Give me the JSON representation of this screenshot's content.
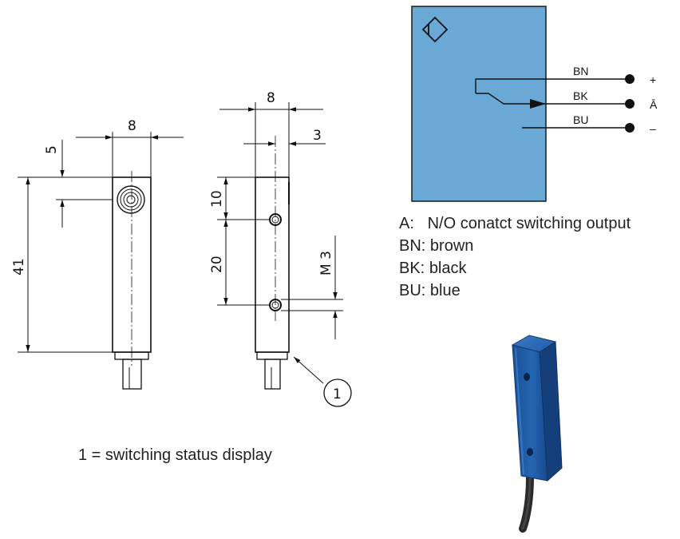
{
  "dimensions": {
    "front_width": "8",
    "front_hole_offset": "5",
    "front_length": "41",
    "side_width": "8",
    "side_offset": "3",
    "side_top_to_hole": "10",
    "side_hole_spacing": "20",
    "thread": "M 3"
  },
  "callout": "1",
  "note": "1 = switching status display",
  "wiring": {
    "wires": [
      {
        "label": "BN",
        "symbol": "+"
      },
      {
        "label": "BK",
        "symbol": "Ā"
      },
      {
        "label": "BU",
        "symbol": "–"
      }
    ]
  },
  "legend": [
    {
      "key": "A:",
      "value": "N/O conatct switching output"
    },
    {
      "key": "BN:",
      "value": "brown"
    },
    {
      "key": "BK:",
      "value": "black"
    },
    {
      "key": "BU:",
      "value": "blue"
    }
  ],
  "colors": {
    "schematic_fill": "#6aa9d6",
    "sensor_body": "#1f5fa8"
  },
  "icons": [
    "sensor-symbol-icon"
  ]
}
